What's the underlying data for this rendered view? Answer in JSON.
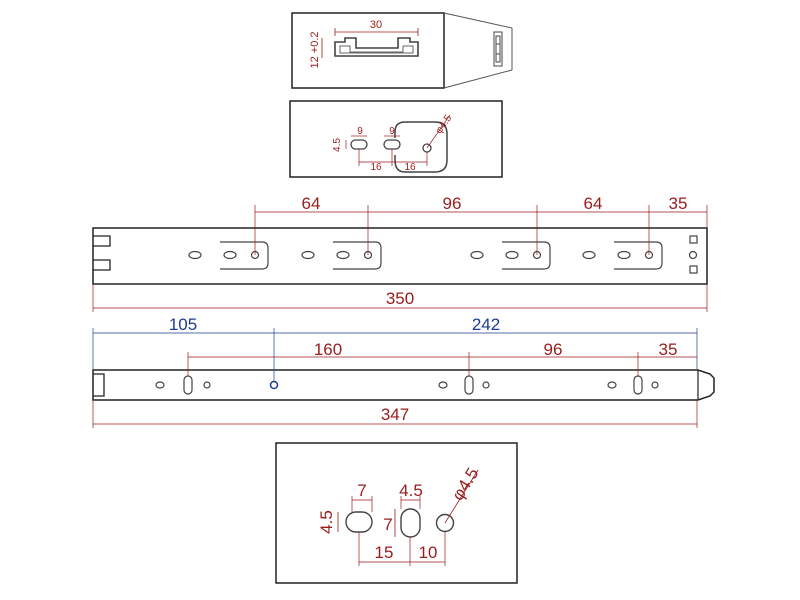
{
  "colors": {
    "outline": "#222222",
    "dimension": "#9b1c1c",
    "overall_dimension": "#1f3a93",
    "hole_fill": "#cfcfcf",
    "background": "#ffffff"
  },
  "profile_detail": {
    "width_label": "30",
    "height_label": "12 +0.2"
  },
  "hole_detail_top": {
    "slot_width": "9",
    "slot_gap": "9",
    "slot_height": "4.5",
    "hole_pitch_1": "16",
    "hole_pitch_2": "16",
    "round_hole": "φ4.5"
  },
  "outer_rail": {
    "spacings": [
      "64",
      "96",
      "64",
      "35"
    ],
    "overall_length": "350"
  },
  "inner_rail": {
    "overall_split": [
      "105",
      "242"
    ],
    "spacings": [
      "160",
      "96",
      "35"
    ],
    "overall_length": "347"
  },
  "hole_detail_bottom": {
    "slot_width": "7",
    "slot_height": "4.5",
    "vertical_slot_width": "4.5",
    "vertical_slot_height": "7",
    "round_hole": "φ4.5",
    "pitch_1": "15",
    "pitch_2": "10"
  }
}
